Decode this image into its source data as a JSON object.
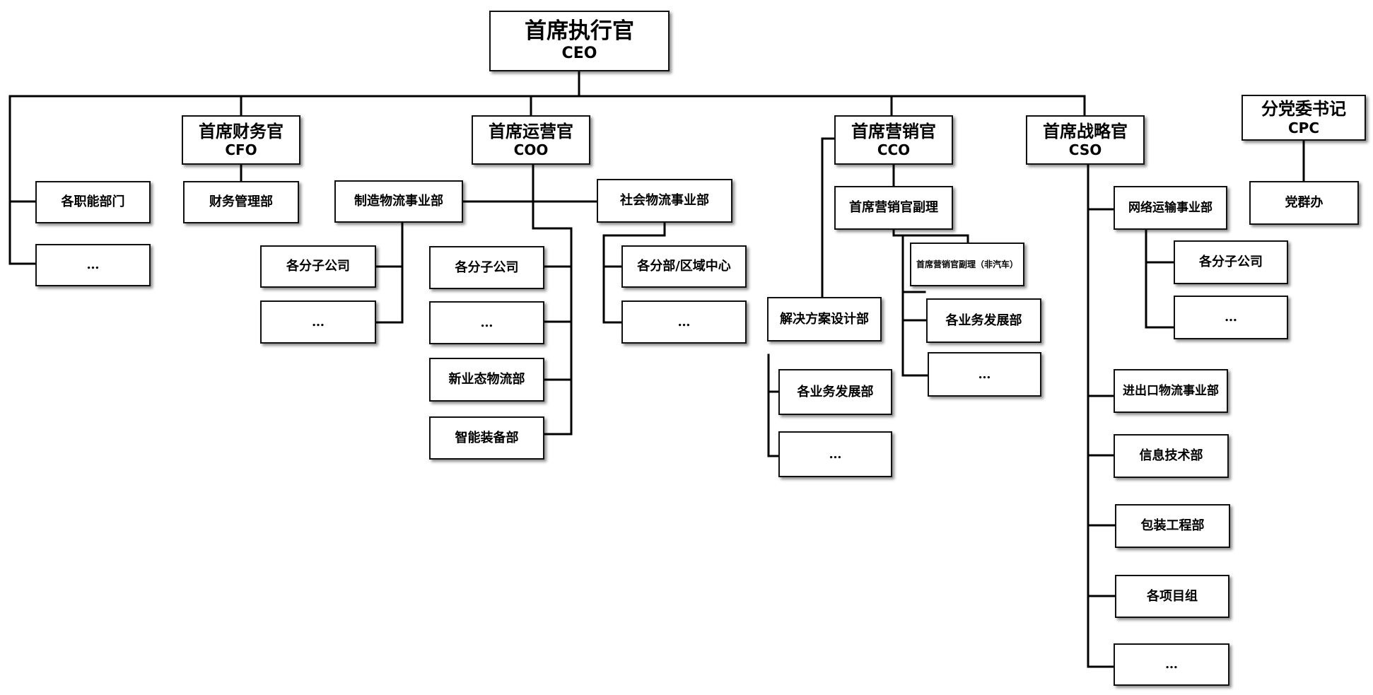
{
  "nodes": {
    "ceo": {
      "title": "首席执行官",
      "abbr": "CEO"
    },
    "cfo": {
      "title": "首席财务官",
      "abbr": "CFO"
    },
    "coo": {
      "title": "首席运营官",
      "abbr": "COO"
    },
    "cco": {
      "title": "首席营销官",
      "abbr": "CCO"
    },
    "cso": {
      "title": "首席战略官",
      "abbr": "CSO"
    },
    "cpc": {
      "title": "分党委书记",
      "abbr": "CPC"
    },
    "func_depts": "各职能部门",
    "ceo_more": "…",
    "finance_dept": "财务管理部",
    "mfg_logistics": "制造物流事业部",
    "mfg_subs": "各分子公司",
    "mfg_more": "…",
    "social_logistics": "社会物流事业部",
    "coo_subs": "各分子公司",
    "coo_more": "…",
    "new_biz": "新业态物流部",
    "smart_equip": "智能装备部",
    "social_branches": "各分部/区域中心",
    "social_more": "…",
    "cco_deputy": "首席营销官副理",
    "cco_deputy_nonauto": "首席营销官副理（非汽车）",
    "solution_design": "解决方案设计部",
    "cco_biz_dev": "各业务发展部",
    "cco_more": "…",
    "nonauto_biz_dev": "各业务发展部",
    "nonauto_more": "…",
    "network_transport": "网络运输事业部",
    "net_subs": "各分子公司",
    "net_more": "…",
    "import_export": "进出口物流事业部",
    "it_dept": "信息技术部",
    "packaging": "包装工程部",
    "projects": "各项目组",
    "cso_more": "…",
    "party_office": "党群办"
  }
}
